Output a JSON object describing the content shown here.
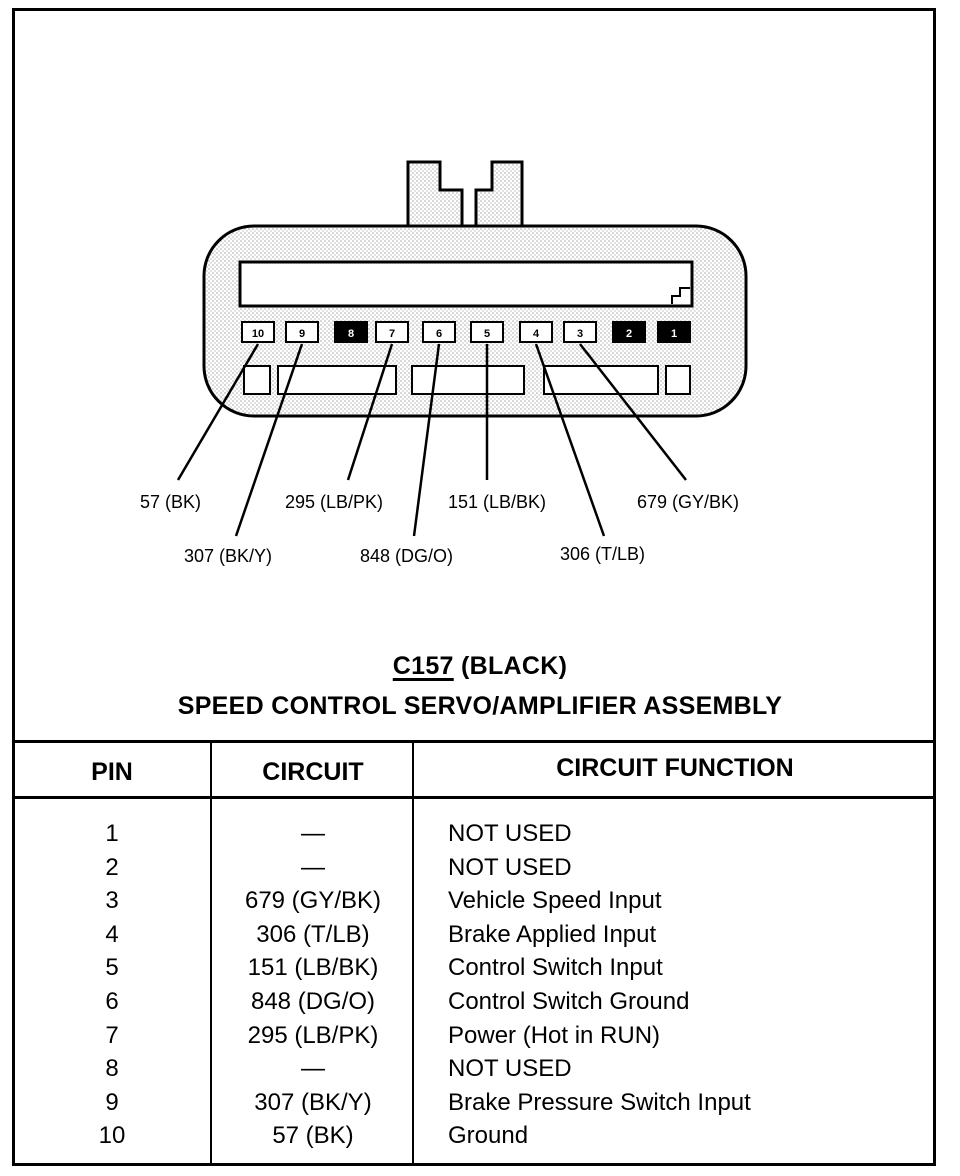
{
  "connector": {
    "pins": [
      {
        "num": "10",
        "filled": false
      },
      {
        "num": "9",
        "filled": false
      },
      {
        "num": "8",
        "filled": true
      },
      {
        "num": "7",
        "filled": false
      },
      {
        "num": "6",
        "filled": false
      },
      {
        "num": "5",
        "filled": false
      },
      {
        "num": "4",
        "filled": false
      },
      {
        "num": "3",
        "filled": false
      },
      {
        "num": "2",
        "filled": true
      },
      {
        "num": "1",
        "filled": true
      }
    ],
    "wire_labels": {
      "w57": "57 (BK)",
      "w307": "307 (BK/Y)",
      "w295": "295 (LB/PK)",
      "w848": "848 (DG/O)",
      "w151": "151 (LB/BK)",
      "w306": "306 (T/LB)",
      "w679": "679 (GY/BK)"
    }
  },
  "title": {
    "connector_id": "C157",
    "color": "(BLACK)",
    "assembly": "SPEED CONTROL SERVO/AMPLIFIER ASSEMBLY"
  },
  "table": {
    "headers": {
      "pin": "PIN",
      "circuit": "CIRCUIT",
      "function": "CIRCUIT FUNCTION"
    },
    "rows": [
      {
        "pin": "1",
        "circuit": "—",
        "function": "NOT USED"
      },
      {
        "pin": "2",
        "circuit": "—",
        "function": "NOT USED"
      },
      {
        "pin": "3",
        "circuit": "679 (GY/BK)",
        "function": "Vehicle Speed Input"
      },
      {
        "pin": "4",
        "circuit": "306 (T/LB)",
        "function": "Brake Applied Input"
      },
      {
        "pin": "5",
        "circuit": "151 (LB/BK)",
        "function": "Control Switch Input"
      },
      {
        "pin": "6",
        "circuit": "848 (DG/O)",
        "function": "Control Switch Ground"
      },
      {
        "pin": "7",
        "circuit": "295 (LB/PK)",
        "function": "Power (Hot in RUN)"
      },
      {
        "pin": "8",
        "circuit": "—",
        "function": "NOT USED"
      },
      {
        "pin": "9",
        "circuit": "307 (BK/Y)",
        "function": "Brake Pressure Switch Input"
      },
      {
        "pin": "10",
        "circuit": "57 (BK)",
        "function": "Ground"
      }
    ]
  }
}
